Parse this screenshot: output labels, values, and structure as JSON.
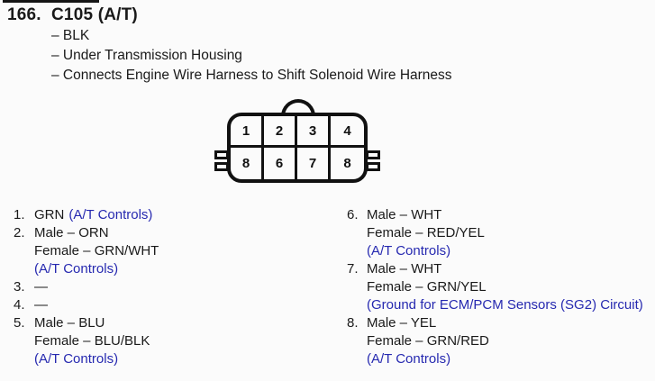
{
  "colors": {
    "paper": "#fbfbfb",
    "ink": "#1a1a1a",
    "link_blue": "#2629b0"
  },
  "header": {
    "number": "166.",
    "title": "C105 (A/T)",
    "bullets": [
      "– BLK",
      "– Under Transmission Housing",
      "– Connects Engine Wire Harness to Shift Solenoid Wire Harness"
    ]
  },
  "connector": {
    "top_row": [
      "1",
      "2",
      "3",
      "4"
    ],
    "bottom_row": [
      "8",
      "6",
      "7",
      "8"
    ]
  },
  "pins": {
    "left": [
      {
        "num": "1.",
        "wire": "GRN",
        "link": "(A/T Controls)"
      },
      {
        "num": "2.",
        "male": "Male – ORN",
        "female": "Female – GRN/WHT",
        "link": "(A/T Controls)"
      },
      {
        "num": "3.",
        "wire": "—"
      },
      {
        "num": "4.",
        "wire": "—"
      },
      {
        "num": "5.",
        "male": "Male – BLU",
        "female": "Female – BLU/BLK",
        "link": "(A/T Controls)"
      }
    ],
    "right": [
      {
        "num": "6.",
        "male": "Male – WHT",
        "female": "Female – RED/YEL",
        "link": "(A/T Controls)"
      },
      {
        "num": "7.",
        "male": "Male – WHT",
        "female": "Female – GRN/YEL",
        "link": "(Ground for ECM/PCM Sensors (SG2) Circuit)"
      },
      {
        "num": "8.",
        "male": "Male – YEL",
        "female": "Female – GRN/RED",
        "link": "(A/T Controls)"
      }
    ]
  }
}
